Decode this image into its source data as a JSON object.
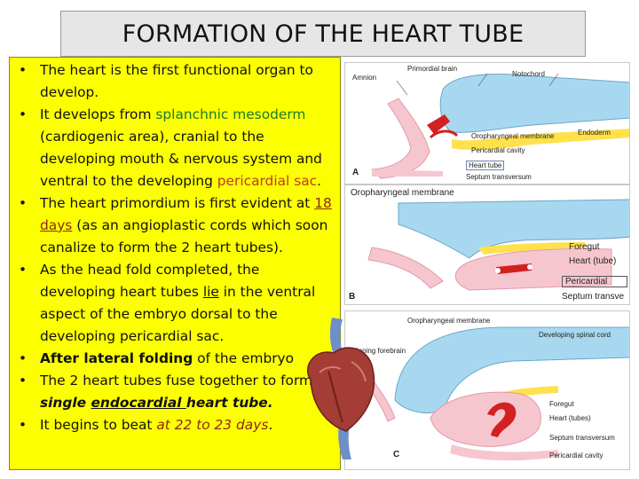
{
  "title": "FORMATION OF THE HEART TUBE",
  "bullets": [
    {
      "parts": [
        "The heart is the first functional organ to develop."
      ]
    },
    {
      "parts": [
        "It develops from ",
        "splanchnic mesoderm",
        " (cardiogenic area), cranial to the developing mouth & nervous system and ventral to the developing ",
        "pericardial sac",
        "."
      ]
    },
    {
      "parts": [
        "The heart primordium is first evident at ",
        "18 days",
        " (as an angioplastic cords which soon canalize to form the 2 heart tubes)."
      ]
    },
    {
      "parts": [
        "As the head fold completed, the developing heart tubes ",
        "lie",
        " in the ventral aspect of the embryo dorsal to the developing pericardial sac."
      ]
    },
    {
      "parts": [
        "After lateral folding",
        " of the embryo"
      ]
    },
    {
      "parts": [
        "The 2 heart  tubes fuse together to form a ",
        "single ",
        "endocardial ",
        "heart tube."
      ]
    },
    {
      "parts": [
        "It begins to beat ",
        "at  22  to 23 days",
        "."
      ]
    }
  ],
  "figures": {
    "a": {
      "tag": "A",
      "labels": [
        "Primordial brain",
        "Notochord",
        "Amnion",
        "Endoderm",
        "Oropharyngeal membrane",
        "Pericardial cavity",
        "Heart tube",
        "Septum transversum"
      ]
    },
    "b": {
      "tag": "B",
      "labels": [
        "Oropharyngeal membrane",
        "Foregut",
        "Heart (tube)",
        "Pericardial",
        "Septum transve"
      ]
    },
    "c": {
      "tag": "C",
      "labels": [
        "Oropharyngeal membrane",
        "Developing spinal cord",
        "eveloping forebrain",
        "Foregut",
        "Heart (tubes)",
        "Septum transversum",
        "Pericardial cavity"
      ]
    }
  },
  "colors": {
    "panel_yellow": "#fcff00",
    "title_bg": "#e6e6e6",
    "tissue_blue": "#a8d8f0",
    "mesoderm_pink": "#f6c6cf",
    "heart_red": "#d32020",
    "green_text": "#1e7a2a",
    "red_text": "#c0392b"
  }
}
